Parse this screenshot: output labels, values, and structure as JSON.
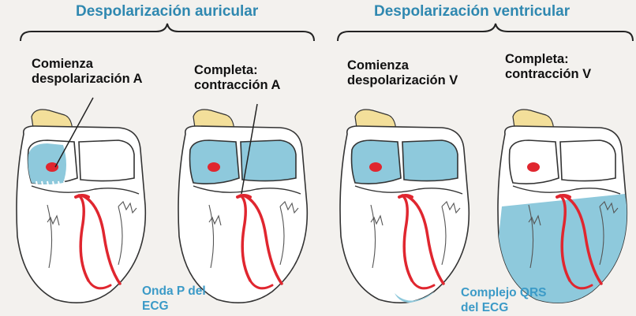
{
  "headers": {
    "atrial": "Despolarización auricular",
    "ventricular": "Despolarización ventricular"
  },
  "panels": [
    {
      "label": "Comienza\ndespolarización A"
    },
    {
      "label": "Completa:\ncontracción A"
    },
    {
      "label": "Comienza\ndespolarización V"
    },
    {
      "label": "Completa:\ncontracción V"
    }
  ],
  "ecg_labels": {
    "p_wave": "Onda P del\nECG",
    "qrs": "Complejo QRS\ndel ECG"
  },
  "colors": {
    "header_text": "#2f88b0",
    "depolarized": "#8ec9dc",
    "conduction": "#e0262f",
    "node": "#e0262f",
    "fat": "#f3df9a",
    "outline": "#333333"
  }
}
